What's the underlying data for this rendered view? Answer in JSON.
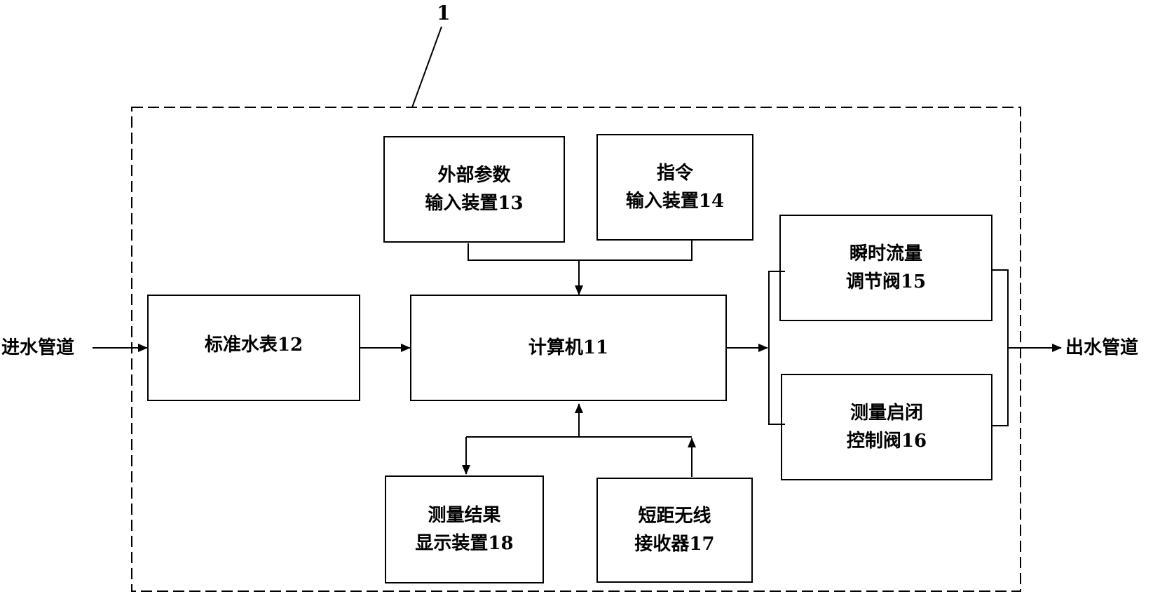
{
  "system": {
    "label": "1"
  },
  "io": {
    "inlet": "进水管道",
    "outlet": "出水管道"
  },
  "blocks": {
    "meter": {
      "line1": "标准水表12"
    },
    "computer": {
      "line1": "计算机11"
    },
    "ext_param": {
      "line1": "外部参数",
      "line2": "输入装置13"
    },
    "cmd_input": {
      "line1": "指令",
      "line2": "输入装置14"
    },
    "flow_valve": {
      "line1": "瞬时流量",
      "line2": "调节阀15"
    },
    "ctrl_valve": {
      "line1": "测量启闭",
      "line2": "控制阀16"
    },
    "display": {
      "line1": "测量结果",
      "line2": "显示装置18"
    },
    "receiver": {
      "line1": "短距无线",
      "line2": "接收器17"
    }
  }
}
